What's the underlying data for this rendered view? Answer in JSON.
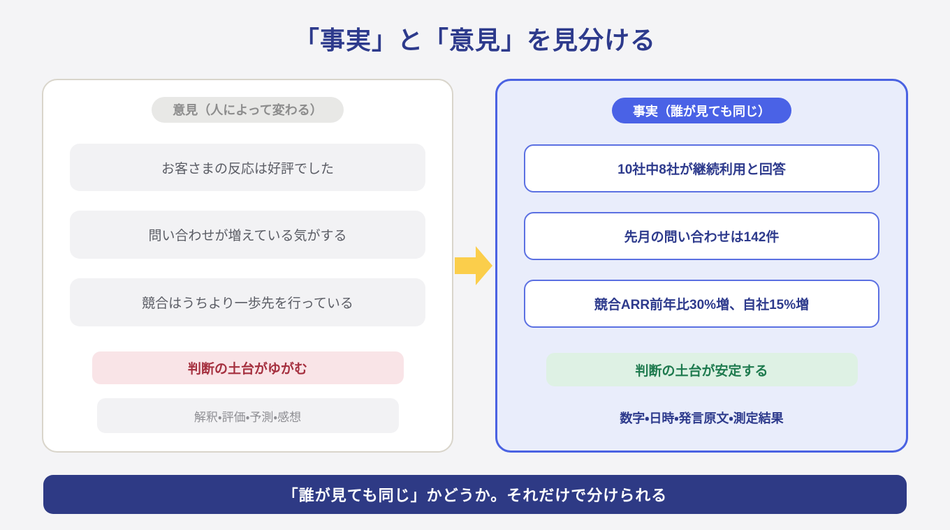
{
  "header": {
    "title": "「事実」と「意見」を見分ける"
  },
  "opinion_panel": {
    "badge": "意見（人によって変わる）",
    "items": [
      "お客さまの反応は好評でした",
      "問い合わせが増えている気がする",
      "競合はうちより一歩先を行っている"
    ],
    "result": "判断の土台がゆがむ",
    "note": "解釈・評価・予測・感想"
  },
  "fact_panel": {
    "badge": "事実（誰が見ても同じ）",
    "items": [
      "10社中8社が継続利用と回答",
      "先月の問い合わせは142件",
      "競合ARR前年比30%増、自社15%増"
    ],
    "result": "判断の土台が安定する",
    "note": "数字・日時・発言原文・測定結果"
  },
  "footer": {
    "message": "「誰が見ても同じ」かどうか。それだけで分けられる"
  },
  "icons": {
    "arrow_right": "arrow-right"
  },
  "colors": {
    "background": "#f4f4f6",
    "title_navy": "#2d3a8c",
    "opinion_border": "#d9d5cb",
    "opinion_badge_bg": "#e8e8e6",
    "opinion_badge_text": "#8c8c8c",
    "opinion_item_bg": "#f2f2f4",
    "opinion_item_text": "#5a5c64",
    "opinion_result_bg": "#f9e4e7",
    "opinion_result_text": "#a5303f",
    "arrow_yellow": "#fbce4b",
    "fact_panel_bg": "#e9edfb",
    "fact_panel_border": "#4a62e2",
    "fact_badge_bg": "#4a62e6",
    "fact_item_border": "#5b70e2",
    "fact_item_text": "#2d3a8c",
    "fact_result_bg": "#def1e4",
    "fact_result_text": "#1e7a4e",
    "footer_bg": "#2e3a85"
  }
}
